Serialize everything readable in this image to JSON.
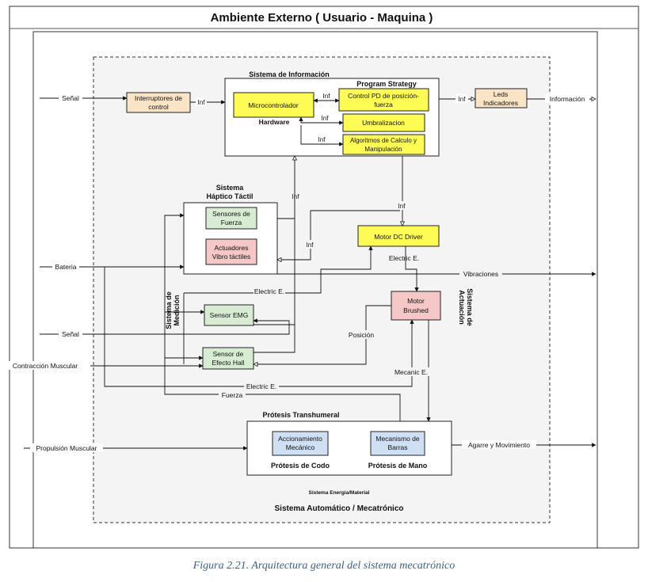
{
  "outer_title": "Ambiente Externo ( Usuario - Maquina )",
  "inner_title": "Sistema Automático / Mecatrónico",
  "energia_label": "Sistema Energía/Material",
  "info": {
    "title": "Sistema de Información",
    "strategy_title": "Program Strategy",
    "microcontrolador": "Microcontrolador",
    "hardware": "Hardware",
    "control_pd_1": "Control PD de posición-",
    "control_pd_2": "fuerza",
    "umbralizacion": "Umbralizacion",
    "algoritmos_1": "Algoritmos de Calculo y",
    "algoritmos_2": "Manipulación"
  },
  "interruptores_1": "Interruptores de",
  "interruptores_2": "control",
  "leds_1": "Leds",
  "leds_2": "Indicadores",
  "haptic": {
    "title_1": "Sistema",
    "title_2": "Háptico Táctil",
    "sensores_1": "Sensores de",
    "sensores_2": "Fuerza",
    "actuadores_1": "Actuadores",
    "actuadores_2": "Vibro táctiles"
  },
  "medicion_1": "Sistema de",
  "medicion_2": "Medición",
  "sensor_emg": "Sensor EMG",
  "hall_1": "Sensor de",
  "hall_2": "Efecto Hall",
  "motor_driver": "Motor DC Driver",
  "motor_1": "Motor",
  "motor_2": "Brushed",
  "actuacion_1": "Sistema de",
  "actuacion_2": "Actuación",
  "protesis": {
    "title": "Prótesis Transhumeral",
    "accionamiento_1": "Accionamiento",
    "accionamiento_2": "Mecánico",
    "mecanismo_1": "Mecanismo de",
    "mecanismo_2": "Barras",
    "codo": "Prótesis de Codo",
    "mano": "Prótesis de Mano"
  },
  "edges": {
    "senal": "Señal",
    "inf": "Inf",
    "informacion": "Información",
    "bateria": "Bateria",
    "electric_e": "Electric E.",
    "vibraciones": "Vibraciones",
    "posicion": "Posición",
    "mecanic_e": "Mecanic E.",
    "contraccion": "Contracción Muscular",
    "fuerza": "Fuerza",
    "propulsion": "Propulsión Muscular",
    "agarre": "Agarre y Movimiento"
  },
  "caption": "Figura 2.21. Arquitectura general del sistema mecatrónico",
  "colors": {
    "orange": "#fbe3c6",
    "yellow": "#fdfb54",
    "green": "#d8ebd3",
    "pink": "#f5c7c7",
    "blue": "#cfe0f5",
    "caption": "#3c5f8f"
  }
}
